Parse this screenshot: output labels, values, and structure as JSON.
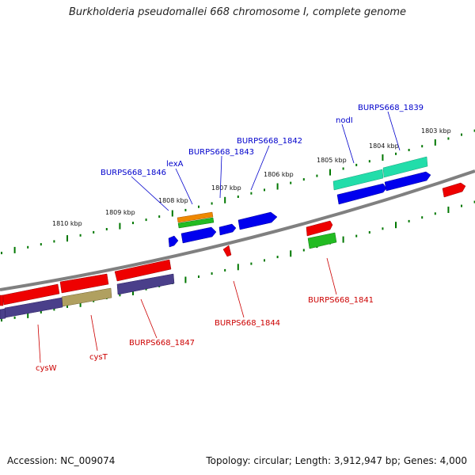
{
  "title": "Burkholderia pseudomallei 668 chromosome I, complete genome",
  "footer": {
    "accession": "Accession: NC_009074",
    "summary": "Topology: circular; Length: 3,912,947 bp; Genes: 4,000"
  },
  "colors": {
    "top_label": "#0000cc",
    "bottom_label": "#cc0000",
    "backbone": "#808080",
    "tick": "#007700",
    "gene_red": "#ee0000",
    "gene_blue": "#0000ee",
    "gene_green": "#22bb22",
    "gene_orange": "#ee8800",
    "gene_teal": "#22ddaa",
    "gene_purple": "#4a3f8a",
    "gene_khaki": "#b0a060"
  },
  "kbp_labels": [
    "1803 kbp",
    "1804 kbp",
    "1805 kbp",
    "1806 kbp",
    "1807 kbp",
    "1808 kbp",
    "1809 kbp",
    "1810 kbp"
  ],
  "top_gene_labels": [
    "BURPS668_1839",
    "nodI",
    "BURPS668_1842",
    "BURPS668_1843",
    "lexA",
    "BURPS668_1846"
  ],
  "bottom_gene_labels": [
    "BURPS668_1841",
    "BURPS668_1844",
    "BURPS668_1847",
    "cysT",
    "cysW"
  ]
}
